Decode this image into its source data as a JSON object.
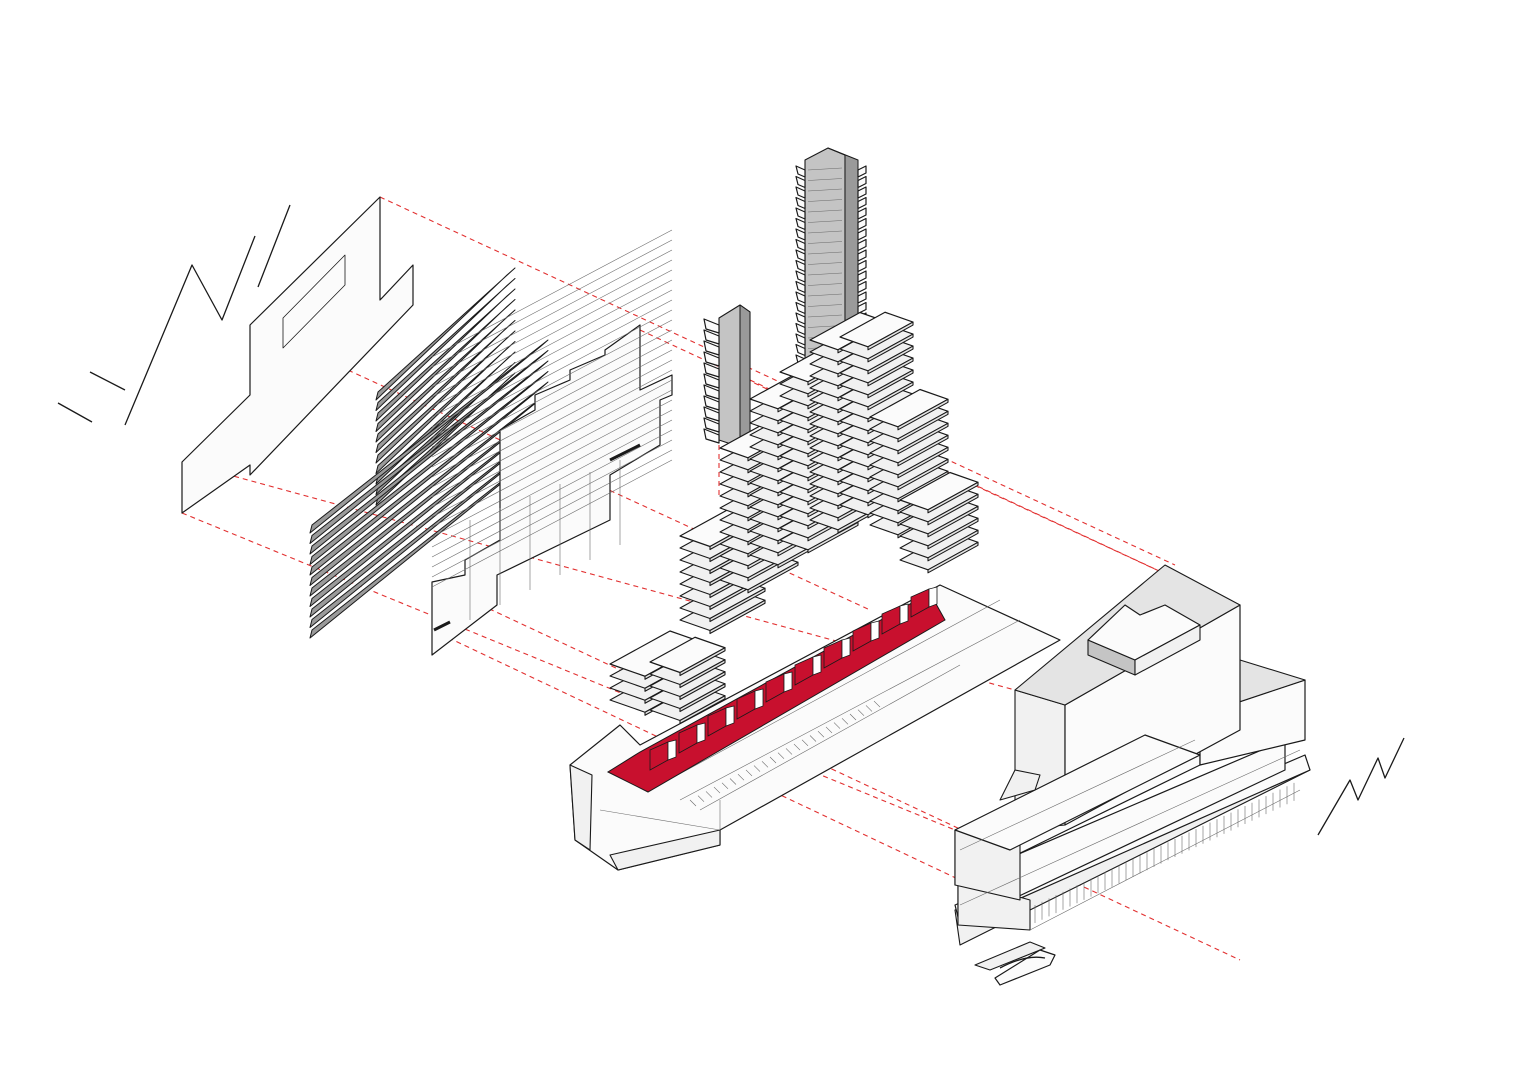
{
  "colors": {
    "background": "#ffffff",
    "line": "#1a1a1a",
    "accent_red": "#c8102e",
    "guide_red": "#e23030",
    "panel_grey": "#c4c4c4"
  },
  "components": [
    "site-plane",
    "shading-fins-panel",
    "facade-grid-panel",
    "small-vertical-module",
    "tall-vertical-module",
    "stacked-floor-plates",
    "red-ground-program",
    "base-podium",
    "assembled-building",
    "stair-element"
  ]
}
